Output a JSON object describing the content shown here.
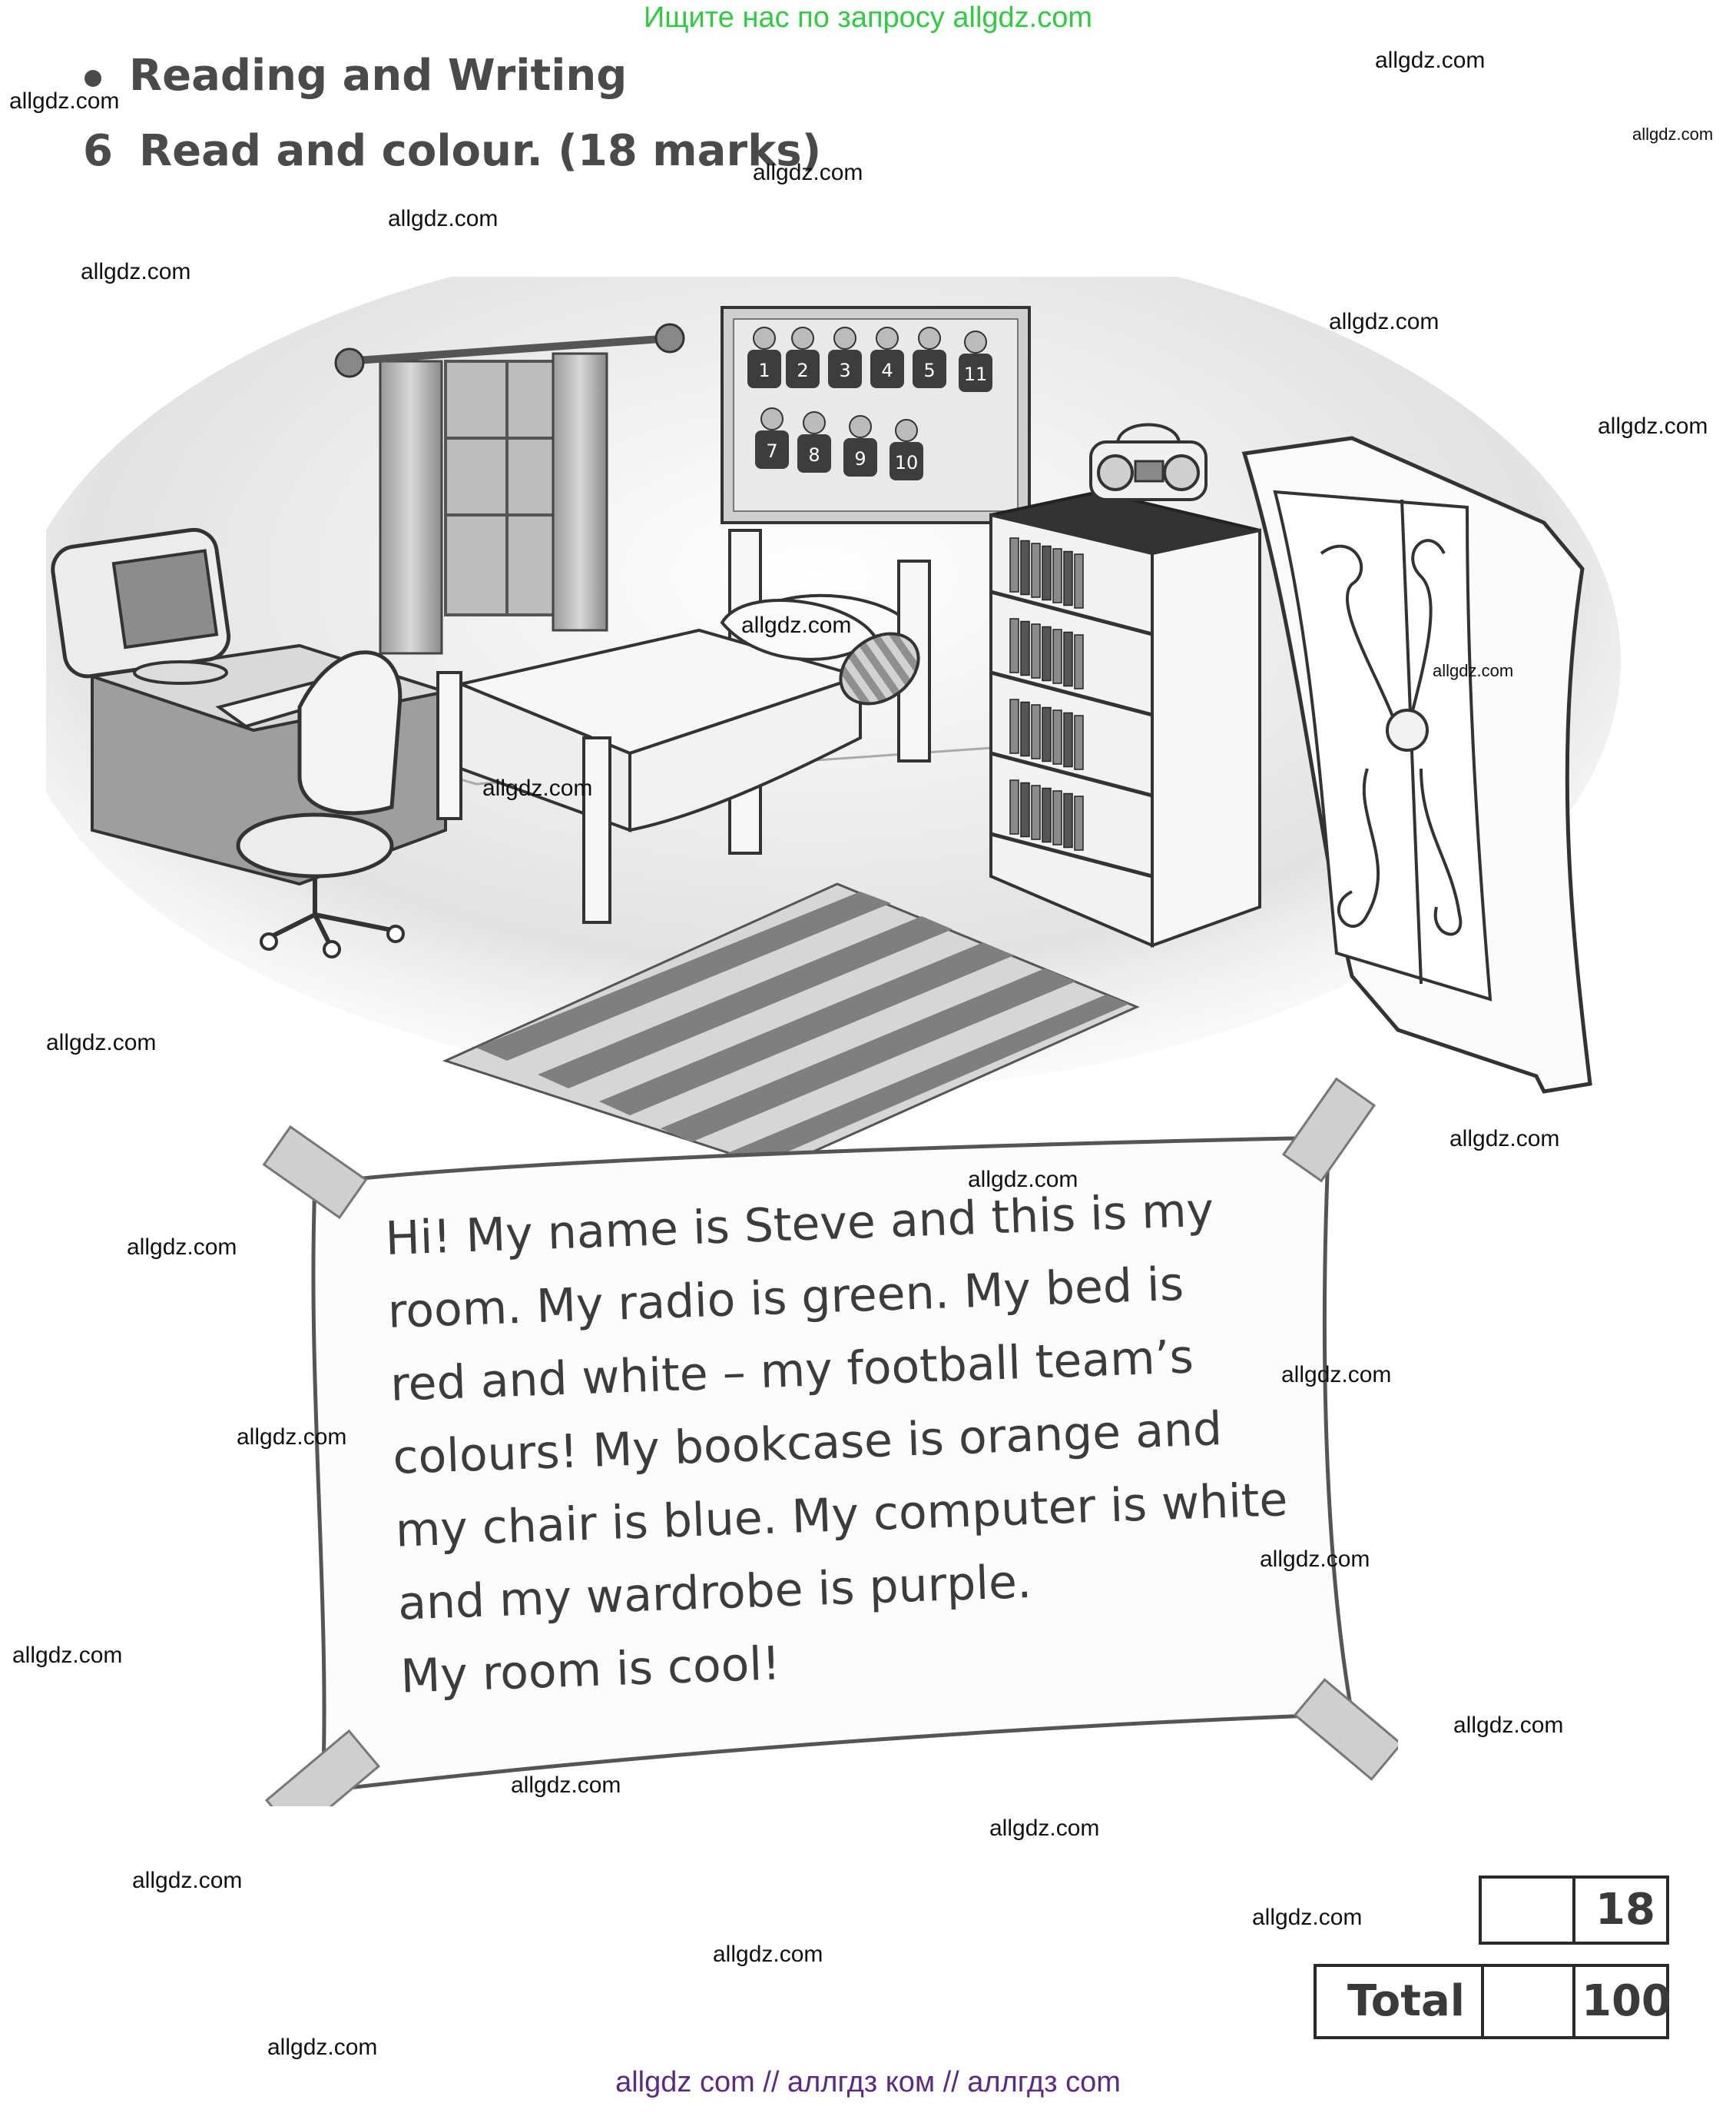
{
  "banner": {
    "top": "Ищите нас по запросу allgdz.com",
    "bottom": "allgdz com  //  аллгдз ком  //  аллгдз com"
  },
  "section": {
    "title": "Reading and Writing"
  },
  "exercise": {
    "number": "6",
    "instruction": "Read and colour. (18 marks)"
  },
  "poster": {
    "shirt_numbers": [
      "1",
      "2",
      "3",
      "4",
      "5",
      "11",
      "7",
      "8",
      "9",
      "10"
    ]
  },
  "note": {
    "lines": [
      "Hi! My name is Steve and this is my",
      "room. My radio is green. My bed is",
      "red and white – my football team’s",
      "colours! My bookcase is orange and",
      "my chair is blue. My computer is white",
      "and my wardrobe is purple.",
      "My room is cool!"
    ]
  },
  "score": {
    "section_max": "18",
    "total_label": "Total",
    "total_max": "100"
  },
  "watermarks": [
    "allgdz.com",
    "allgdz.com",
    "allgdz.com",
    "allgdz.com",
    "allgdz.com",
    "allgdz.com",
    "allgdz.com",
    "allgdz.com",
    "allgdz.com",
    "allgdz.com",
    "allgdz.com",
    "allgdz.com",
    "allgdz.com",
    "allgdz.com",
    "allgdz.com",
    "allgdz.com",
    "allgdz.com",
    "allgdz.com",
    "allgdz.com",
    "allgdz.com",
    "allgdz.com",
    "allgdz.com",
    "allgdz.com",
    "allgdz.com",
    "allgdz.com"
  ]
}
